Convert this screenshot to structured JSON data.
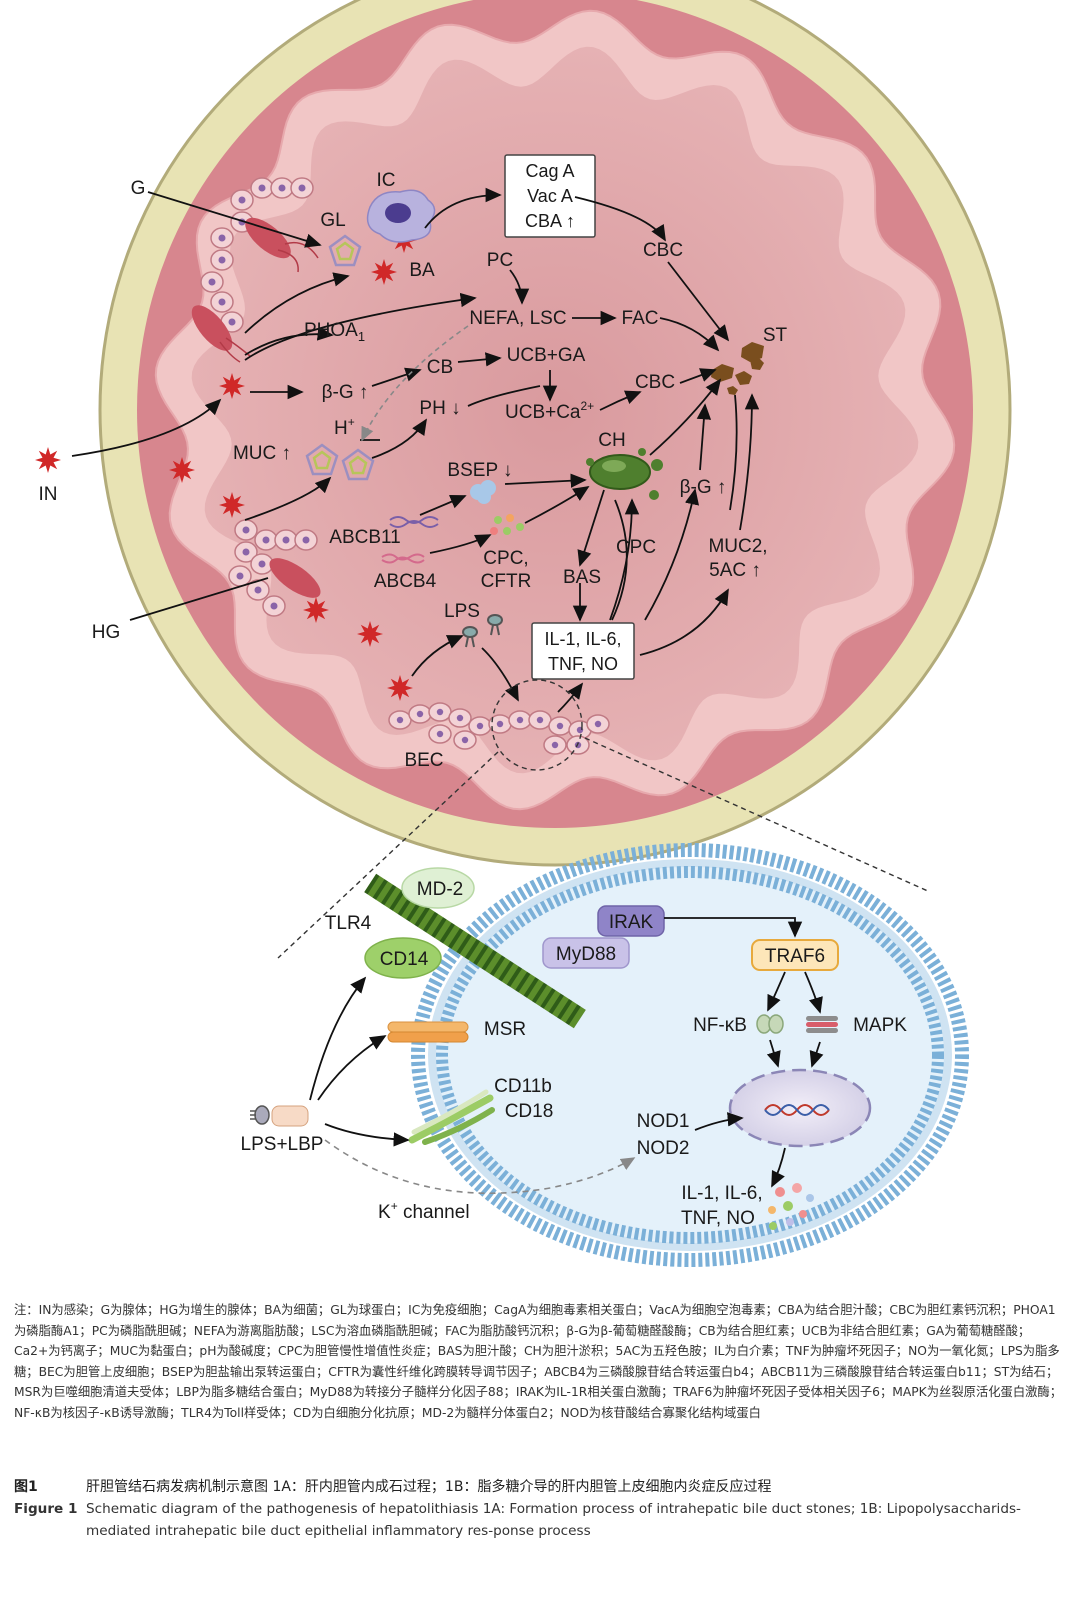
{
  "panel_a": {
    "labels": {
      "G": "G",
      "IN": "IN",
      "HG": "HG",
      "BEC": "BEC",
      "IC": "IC",
      "GL": "GL",
      "BA": "BA",
      "PC": "PC",
      "PHOA": "PHOA",
      "PHOA_sub": "1",
      "NEFA_LSC": "NEFA, LSC",
      "FAC": "FAC",
      "CBC1": "CBC",
      "CBC2": "CBC",
      "ST": "ST",
      "BG1": "β-G ↑",
      "CB": "CB",
      "UCBGA": "UCB+GA",
      "PH": "PH ↓",
      "UCBCa": "UCB+Ca",
      "UCBCa_sup": "2+",
      "H": "H",
      "H_sup": "+",
      "MUC": "MUC ↑",
      "CH": "CH",
      "BSEP": "BSEP ↓",
      "ABCB11": "ABCB11",
      "ABCB4": "ABCB4",
      "CPC_CFTR_1": "CPC,",
      "CPC_CFTR_2": "CFTR",
      "BAS": "BAS",
      "CPC": "CPC",
      "BG2": "β-G ↑",
      "MUC2_1": "MUC2,",
      "MUC2_2": "5AC ↑",
      "LPS": "LPS"
    },
    "cag_box": [
      "Cag A",
      "Vac A",
      "CBA ↑"
    ],
    "il_box": [
      "IL-1, IL-6,",
      "TNF, NO"
    ]
  },
  "panel_b": {
    "labels": {
      "MD2": "MD-2",
      "TLR4": "TLR4",
      "CD14": "CD14",
      "IRAK": "IRAK",
      "MyD88": "MyD88",
      "TRAF6": "TRAF6",
      "NFkB": "NF-κB",
      "MAPK": "MAPK",
      "MSR": "MSR",
      "CD11b": "CD11b",
      "CD18": "CD18",
      "NOD1": "NOD1",
      "NOD2": "NOD2",
      "LPSLBP": "LPS+LBP",
      "K": "K",
      "K_sup": "+",
      "K_rest": " channel",
      "IL_1": "IL-1, IL-6,",
      "IL_2": "TNF, NO"
    }
  },
  "notes": "注：IN为感染；G为腺体；HG为增生的腺体；BA为细菌；GL为球蛋白；IC为免疫细胞；CagA为细胞毒素相关蛋白；VacA为细胞空泡毒素；CBA为结合胆汁酸；CBC为胆红素钙沉积；PHOA1为磷脂酶A1；PC为磷脂酰胆碱；NEFA为游离脂肪酸；LSC为溶血磷脂酰胆碱；FAC为脂肪酸钙沉积；β-G为β-葡萄糖醛酸酶；CB为结合胆红素；UCB为非结合胆红素；GA为葡萄糖醛酸；Ca2+为钙离子；MUC为黏蛋白；pH为酸碱度；CPC为胆管慢性增值性炎症；BAS为胆汁酸；CH为胆汁淤积；5AC为五羟色胺；IL为白介素；TNF为肿瘤坏死因子；NO为一氧化氮；LPS为脂多糖；BEC为胆管上皮细胞；BSEP为胆盐输出泵转运蛋白；CFTR为囊性纤维化跨膜转导调节因子；ABCB4为三磷酸腺苷结合转运蛋白b4；ABCB11为三磷酸腺苷结合转运蛋白b11；ST为结石；MSR为巨噬细胞清道夫受体；LBP为脂多糖结合蛋白；MyD88为转接分子髓样分化因子88；IRAK为IL-1R相关蛋白激酶；TRAF6为肿瘤坏死因子受体相关因子6；MAPK为丝裂原活化蛋白激酶；NF-κB为核因子-κB诱导激酶；TLR4为Toll样受体；CD为白细胞分化抗原；MD-2为髓样分体蛋白2；NOD为核苷酸结合寡聚化结构域蛋白",
  "caption": {
    "cn_no": "图1",
    "cn_text": "肝胆管结石病发病机制示意图 1A：肝内胆管内成石过程；1B：脂多糖介导的肝内胆管上皮细胞内炎症反应过程",
    "en_no": "Figure 1",
    "en_text": "Schematic diagram of the pathogenesis of hepatolithiasis 1A: Formation process of intrahepatic bile duct stones; 1B: Lipopolysaccharids-mediated intrahepatic bile duct epithelial inflammatory res-ponse process"
  },
  "colors": {
    "outer_ring": "#e8e3b4",
    "wall": "#d98b92",
    "lumen": "#dba0a4",
    "membrane": "#7bb0d8",
    "cell_bg": "#e4f1fa"
  }
}
